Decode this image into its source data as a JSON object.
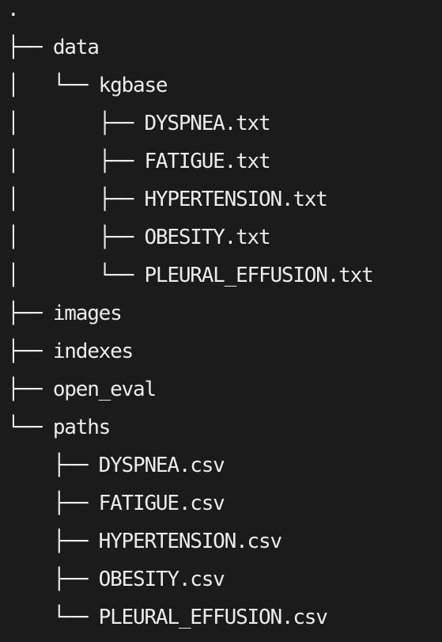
{
  "tree": {
    "root": ".",
    "lines": [
      {
        "prefix": "├── ",
        "name": "data"
      },
      {
        "prefix": "│   └── ",
        "name": "kgbase"
      },
      {
        "prefix": "│       ├── ",
        "name": "DYSPNEA.txt"
      },
      {
        "prefix": "│       ├── ",
        "name": "FATIGUE.txt"
      },
      {
        "prefix": "│       ├── ",
        "name": "HYPERTENSION.txt"
      },
      {
        "prefix": "│       ├── ",
        "name": "OBESITY.txt"
      },
      {
        "prefix": "│       └── ",
        "name": "PLEURAL_EFFUSION.txt"
      },
      {
        "prefix": "├── ",
        "name": "images"
      },
      {
        "prefix": "├── ",
        "name": "indexes"
      },
      {
        "prefix": "├── ",
        "name": "open_eval"
      },
      {
        "prefix": "└── ",
        "name": "paths"
      },
      {
        "prefix": "    ├── ",
        "name": "DYSPNEA.csv"
      },
      {
        "prefix": "    ├── ",
        "name": "FATIGUE.csv"
      },
      {
        "prefix": "    ├── ",
        "name": "HYPERTENSION.csv"
      },
      {
        "prefix": "    ├── ",
        "name": "OBESITY.csv"
      },
      {
        "prefix": "    └── ",
        "name": "PLEURAL_EFFUSION.csv"
      }
    ]
  }
}
